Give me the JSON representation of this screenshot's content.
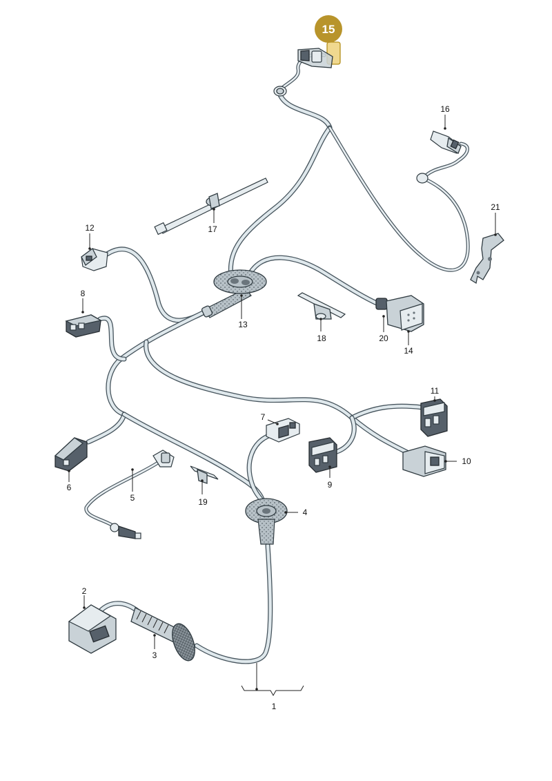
{
  "highlight": {
    "label": "15",
    "color": "#b8942b"
  },
  "callouts": {
    "c1": "1",
    "c2": "2",
    "c3": "3",
    "c4": "4",
    "c5": "5",
    "c6": "6",
    "c7": "7",
    "c8": "8",
    "c9": "9",
    "c10": "10",
    "c11": "11",
    "c12": "12",
    "c13": "13",
    "c14": "14",
    "c16": "16",
    "c17": "17",
    "c18": "18",
    "c19": "19",
    "c20": "20",
    "c21": "21"
  }
}
